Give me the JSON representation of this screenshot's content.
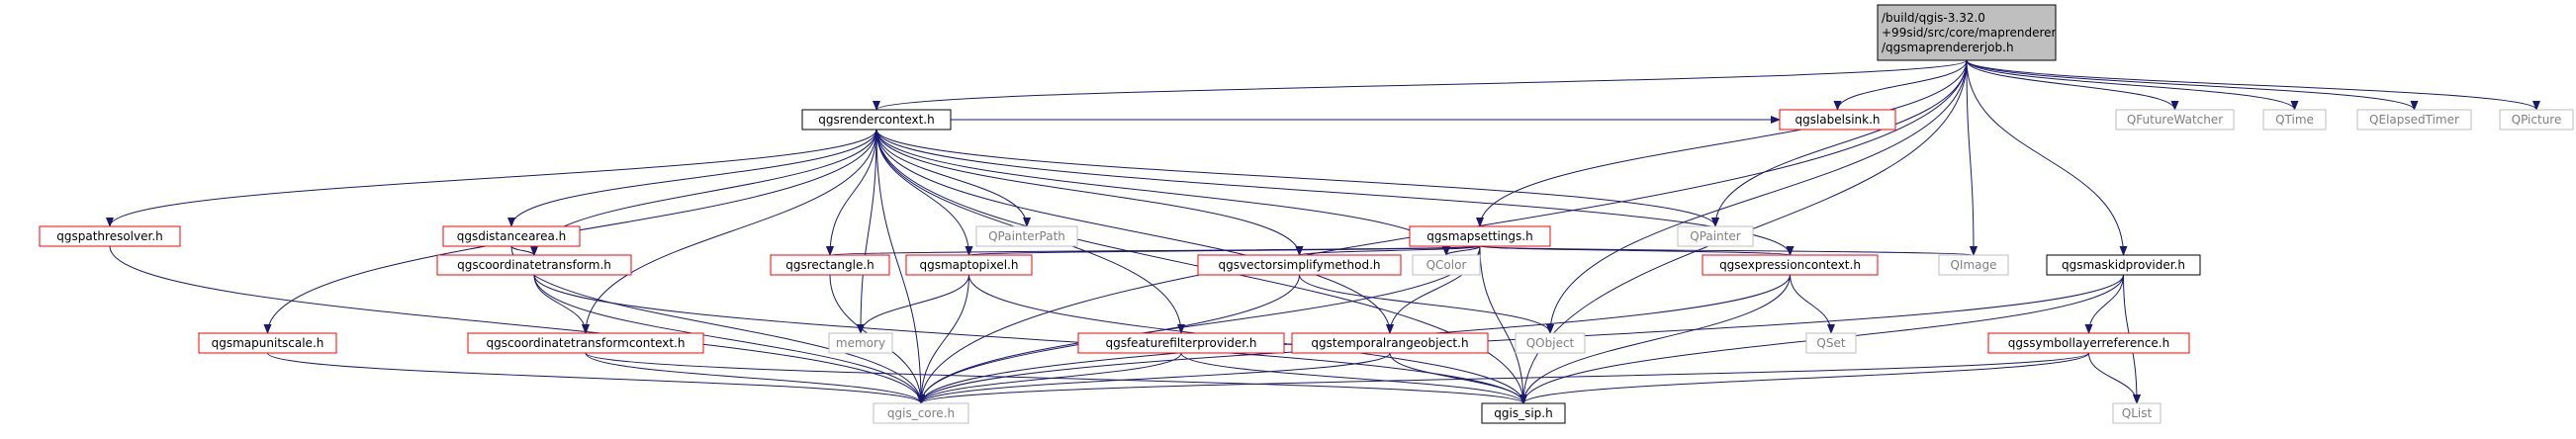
{
  "nodes": {
    "root": {
      "lines": [
        "/build/qgis-3.32.0",
        "+99sid/src/core/maprenderer",
        "/qgsmaprendererjob.h"
      ],
      "style": "root"
    },
    "qgsrendercontext": {
      "lines": [
        "qgsrendercontext.h"
      ],
      "style": "black"
    },
    "qgspathresolver": {
      "lines": [
        "qgspathresolver.h"
      ],
      "style": "red"
    },
    "qgsdistancearea": {
      "lines": [
        "qgsdistancearea.h"
      ],
      "style": "red"
    },
    "qgscoordinatetransform": {
      "lines": [
        "qgscoordinatetransform.h"
      ],
      "style": "red"
    },
    "qgscoordinatetransformcontext": {
      "lines": [
        "qgscoordinatetransformcontext.h"
      ],
      "style": "red"
    },
    "qgsmapunitscale": {
      "lines": [
        "qgsmapunitscale.h"
      ],
      "style": "red"
    },
    "qgsrectangle": {
      "lines": [
        "qgsrectangle.h"
      ],
      "style": "red"
    },
    "qgsmaptopixel": {
      "lines": [
        "qgsmaptopixel.h"
      ],
      "style": "red"
    },
    "qgsvectorsimplifymethod": {
      "lines": [
        "qgsvectorsimplifymethod.h"
      ],
      "style": "red"
    },
    "qgsfeaturefilterprovider": {
      "lines": [
        "qgsfeaturefilterprovider.h"
      ],
      "style": "red"
    },
    "qgstemporalrangeobject": {
      "lines": [
        "qgstemporalrangeobject.h"
      ],
      "style": "red"
    },
    "qgsmapsettings": {
      "lines": [
        "qgsmapsettings.h"
      ],
      "style": "red"
    },
    "qgsexpressioncontext": {
      "lines": [
        "qgsexpressioncontext.h"
      ],
      "style": "red"
    },
    "qgslabelsink": {
      "lines": [
        "qgslabelsink.h"
      ],
      "style": "red"
    },
    "qgsmaskidprovider": {
      "lines": [
        "qgsmaskidprovider.h"
      ],
      "style": "black"
    },
    "qgssymbollayerreference": {
      "lines": [
        "qgssymbollayerreference.h"
      ],
      "style": "red"
    },
    "qgis_core": {
      "lines": [
        "qgis_core.h"
      ],
      "style": "gray"
    },
    "qgis_sip": {
      "lines": [
        "qgis_sip.h"
      ],
      "style": "black"
    },
    "QPainterPath": {
      "lines": [
        "QPainterPath"
      ],
      "style": "gray"
    },
    "QPainter": {
      "lines": [
        "QPainter"
      ],
      "style": "gray"
    },
    "QColor": {
      "lines": [
        "QColor"
      ],
      "style": "gray"
    },
    "memory": {
      "lines": [
        "memory"
      ],
      "style": "gray"
    },
    "QObject": {
      "lines": [
        "QObject"
      ],
      "style": "gray"
    },
    "QImage": {
      "lines": [
        "QImage"
      ],
      "style": "gray"
    },
    "QSet": {
      "lines": [
        "QSet"
      ],
      "style": "gray"
    },
    "QList": {
      "lines": [
        "QList"
      ],
      "style": "gray"
    },
    "QFutureWatcher": {
      "lines": [
        "QFutureWatcher"
      ],
      "style": "gray"
    },
    "QTime": {
      "lines": [
        "QTime"
      ],
      "style": "gray"
    },
    "QElapsedTimer": {
      "lines": [
        "QElapsedTimer"
      ],
      "style": "gray"
    },
    "QPicture": {
      "lines": [
        "QPicture"
      ],
      "style": "gray"
    }
  },
  "edges": [
    [
      "root",
      "qgsrendercontext"
    ],
    [
      "root",
      "qgis_core"
    ],
    [
      "root",
      "qgsmapsettings"
    ],
    [
      "root",
      "QPainter"
    ],
    [
      "root",
      "qgslabelsink"
    ],
    [
      "root",
      "QObject"
    ],
    [
      "root",
      "QImage"
    ],
    [
      "root",
      "qgsmaskidprovider"
    ],
    [
      "root",
      "qgis_sip"
    ],
    [
      "root",
      "QFutureWatcher"
    ],
    [
      "root",
      "QTime"
    ],
    [
      "root",
      "QElapsedTimer"
    ],
    [
      "root",
      "QPicture"
    ],
    [
      "qgsrendercontext",
      "qgspathresolver"
    ],
    [
      "qgsrendercontext",
      "qgsdistancearea"
    ],
    [
      "qgsrendercontext",
      "qgscoordinatetransform"
    ],
    [
      "qgsrendercontext",
      "qgscoordinatetransformcontext"
    ],
    [
      "qgsrendercontext",
      "qgsmapunitscale"
    ],
    [
      "qgsrendercontext",
      "qgsrectangle"
    ],
    [
      "qgsrendercontext",
      "qgsmaptopixel"
    ],
    [
      "qgsrendercontext",
      "qgsvectorsimplifymethod"
    ],
    [
      "qgsrendercontext",
      "qgsfeaturefilterprovider"
    ],
    [
      "qgsrendercontext",
      "qgstemporalrangeobject"
    ],
    [
      "qgsrendercontext",
      "qgsexpressioncontext"
    ],
    [
      "qgsrendercontext",
      "qgslabelsink"
    ],
    [
      "qgsrendercontext",
      "QPainterPath"
    ],
    [
      "qgsrendercontext",
      "QPainter"
    ],
    [
      "qgsrendercontext",
      "QColor"
    ],
    [
      "qgsrendercontext",
      "memory"
    ],
    [
      "qgsrendercontext",
      "qgis_core"
    ],
    [
      "qgsrendercontext",
      "qgis_sip"
    ],
    [
      "qgspathresolver",
      "qgis_core"
    ],
    [
      "qgsdistancearea",
      "qgscoordinatetransform"
    ],
    [
      "qgsdistancearea",
      "qgis_core"
    ],
    [
      "qgscoordinatetransform",
      "qgscoordinatetransformcontext"
    ],
    [
      "qgscoordinatetransform",
      "qgis_core"
    ],
    [
      "qgscoordinatetransform",
      "qgis_sip"
    ],
    [
      "qgscoordinatetransformcontext",
      "qgis_core"
    ],
    [
      "qgscoordinatetransformcontext",
      "qgis_sip"
    ],
    [
      "qgsmapunitscale",
      "qgis_core"
    ],
    [
      "qgsrectangle",
      "qgis_core"
    ],
    [
      "qgsmaptopixel",
      "qgis_core"
    ],
    [
      "qgsmaptopixel",
      "qgis_sip"
    ],
    [
      "qgsmaptopixel",
      "memory"
    ],
    [
      "qgsvectorsimplifymethod",
      "qgis_core"
    ],
    [
      "qgsvectorsimplifymethod",
      "QObject"
    ],
    [
      "qgsfeaturefilterprovider",
      "qgis_core"
    ],
    [
      "qgsfeaturefilterprovider",
      "qgis_sip"
    ],
    [
      "qgstemporalrangeobject",
      "qgis_core"
    ],
    [
      "qgstemporalrangeobject",
      "qgis_sip"
    ],
    [
      "qgsmapsettings",
      "qgsrectangle"
    ],
    [
      "qgsmapsettings",
      "qgsmaptopixel"
    ],
    [
      "qgsmapsettings",
      "qgsvectorsimplifymethod"
    ],
    [
      "qgsmapsettings",
      "QColor"
    ],
    [
      "qgsmapsettings",
      "qgstemporalrangeobject"
    ],
    [
      "qgsmapsettings",
      "qgsexpressioncontext"
    ],
    [
      "qgsmapsettings",
      "QImage"
    ],
    [
      "qgsmapsettings",
      "qgis_core"
    ],
    [
      "qgsmapsettings",
      "qgis_sip"
    ],
    [
      "qgsexpressioncontext",
      "QSet"
    ],
    [
      "qgsexpressioncontext",
      "qgis_core"
    ],
    [
      "qgsexpressioncontext",
      "qgis_sip"
    ],
    [
      "qgsmaskidprovider",
      "qgssymbollayerreference"
    ],
    [
      "qgsmaskidprovider",
      "QList"
    ],
    [
      "qgsmaskidprovider",
      "qgis_core"
    ],
    [
      "qgsmaskidprovider",
      "qgis_sip"
    ],
    [
      "qgssymbollayerreference",
      "qgis_core"
    ],
    [
      "qgssymbollayerreference",
      "qgis_sip"
    ],
    [
      "qgssymbollayerreference",
      "QList"
    ]
  ],
  "colors": {
    "edge": "#191970",
    "red_border": "#ff0000",
    "gray_border": "#bfbfbf",
    "black_border": "#000000",
    "root_fill": "#bfbfbf",
    "gray_text": "#7f7f7f",
    "text": "#000000"
  }
}
